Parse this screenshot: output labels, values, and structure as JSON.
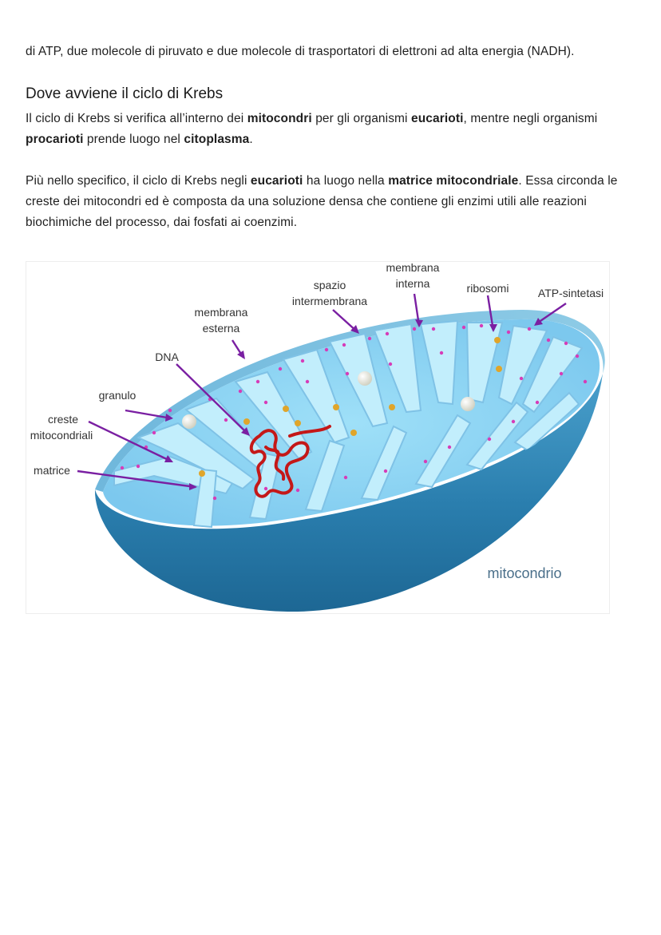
{
  "text": {
    "p1": "di ATP, due molecole di piruvato e due molecole di trasportatori di elettroni ad alta energia (NADH).",
    "heading": "Dove avviene il ciclo di Krebs",
    "p2": {
      "t1": "Il ciclo di Krebs si verifica all’interno dei ",
      "b1": "mitocondri",
      "t2": " per gli organismi ",
      "b2": "eucarioti",
      "t3": ", mentre negli organismi ",
      "b3": "procarioti",
      "t4": " prende luogo nel ",
      "b4": "citoplasma",
      "t5": "."
    },
    "p3": {
      "t1": "Più nello specifico, il ciclo di Krebs negli ",
      "b1": "eucarioti",
      "t2": " ha luogo nella ",
      "b2": "matrice mitocondriale",
      "t3": ". Essa circonda le creste dei mitocondri ed è composta da una soluzione densa che contiene gli enzimi utili alle reazioni biochimiche del processo, dai fosfati ai coenzimi."
    }
  },
  "figure": {
    "labels": {
      "membrana_interna_1": "membrana",
      "membrana_interna_2": "interna",
      "spazio_1": "spazio",
      "spazio_2": "intermembrana",
      "ribosomi": "ribosomi",
      "atp": "ATP-sintetasi",
      "membrana_esterna_1": "membrana",
      "membrana_esterna_2": "esterna",
      "dna": "DNA",
      "granulo": "granulo",
      "creste_1": "creste",
      "creste_2": "mitocondriali",
      "matrice": "matrice",
      "mitocondrio": "mitocondrio"
    },
    "colors": {
      "outer": "#2f7fae",
      "matrix": "#8fd6f5",
      "cristae": "#b9ebfb",
      "leader": "#7a1fa2",
      "dna": "#c41818",
      "ribosome": "#e0a52a",
      "atp": "#d63cb8"
    }
  }
}
